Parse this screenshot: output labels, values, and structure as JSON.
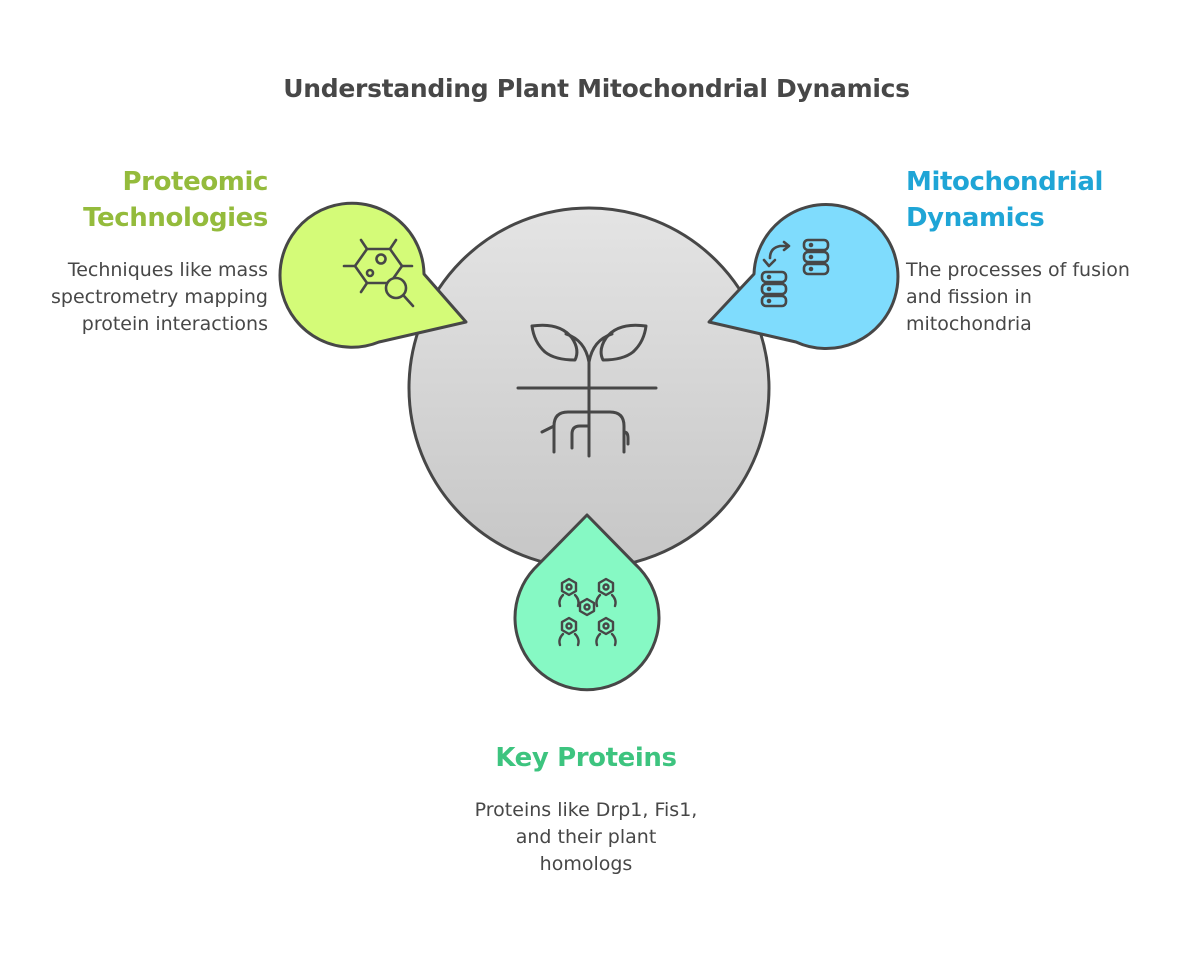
{
  "title": "Understanding Plant Mitochondrial Dynamics",
  "colors": {
    "center_fill_top": "#e2e2e2",
    "center_fill_bottom": "#c9c9c9",
    "outline": "#474747",
    "left_fill": "#d4fb78",
    "left_text": "#94bb3c",
    "right_fill": "#7fdcfd",
    "right_text": "#1fa5d6",
    "bottom_fill": "#86f9c4",
    "bottom_text": "#3dc47f",
    "body_text": "#474747"
  },
  "center": {
    "icon": "plant-sprout-icon"
  },
  "nodes": {
    "left": {
      "heading": "Proteomic\nTechnologies",
      "description": "Techniques like mass\nspectrometry mapping\nprotein interactions",
      "icon": "molecule-magnifier-icon"
    },
    "right": {
      "heading": "Mitochondrial\nDynamics",
      "description": "The processes of fusion\nand fission in\nmitochondria",
      "icon": "data-transfer-icon"
    },
    "bottom": {
      "heading": "Key Proteins",
      "description": "Proteins like Drp1, Fis1,\nand their plant\nhomologs",
      "icon": "protein-network-icon"
    }
  }
}
